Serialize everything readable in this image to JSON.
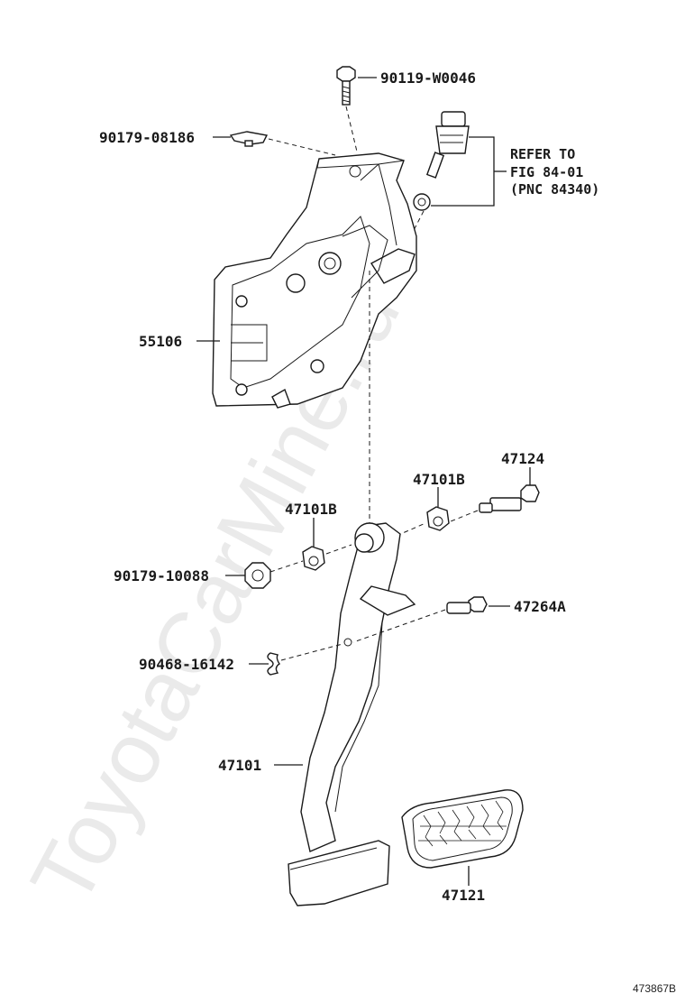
{
  "watermark": "ToyotaCarMine.ru",
  "illustration_id": "473867B",
  "reference": {
    "line1": "REFER TO",
    "line2": "FIG 84-01",
    "line3": "(PNC 84340)"
  },
  "parts": {
    "bolt_top": "90119-W0046",
    "clip_top": "90179-08186",
    "bracket": "55106",
    "bolt_pivot": "47124",
    "bushing_right": "47101B",
    "bushing_left": "47101B",
    "nut": "90179-10088",
    "stopper_bolt": "47264A",
    "clip_pin": "90468-16142",
    "pedal_arm": "47101",
    "pedal_pad": "47121"
  }
}
